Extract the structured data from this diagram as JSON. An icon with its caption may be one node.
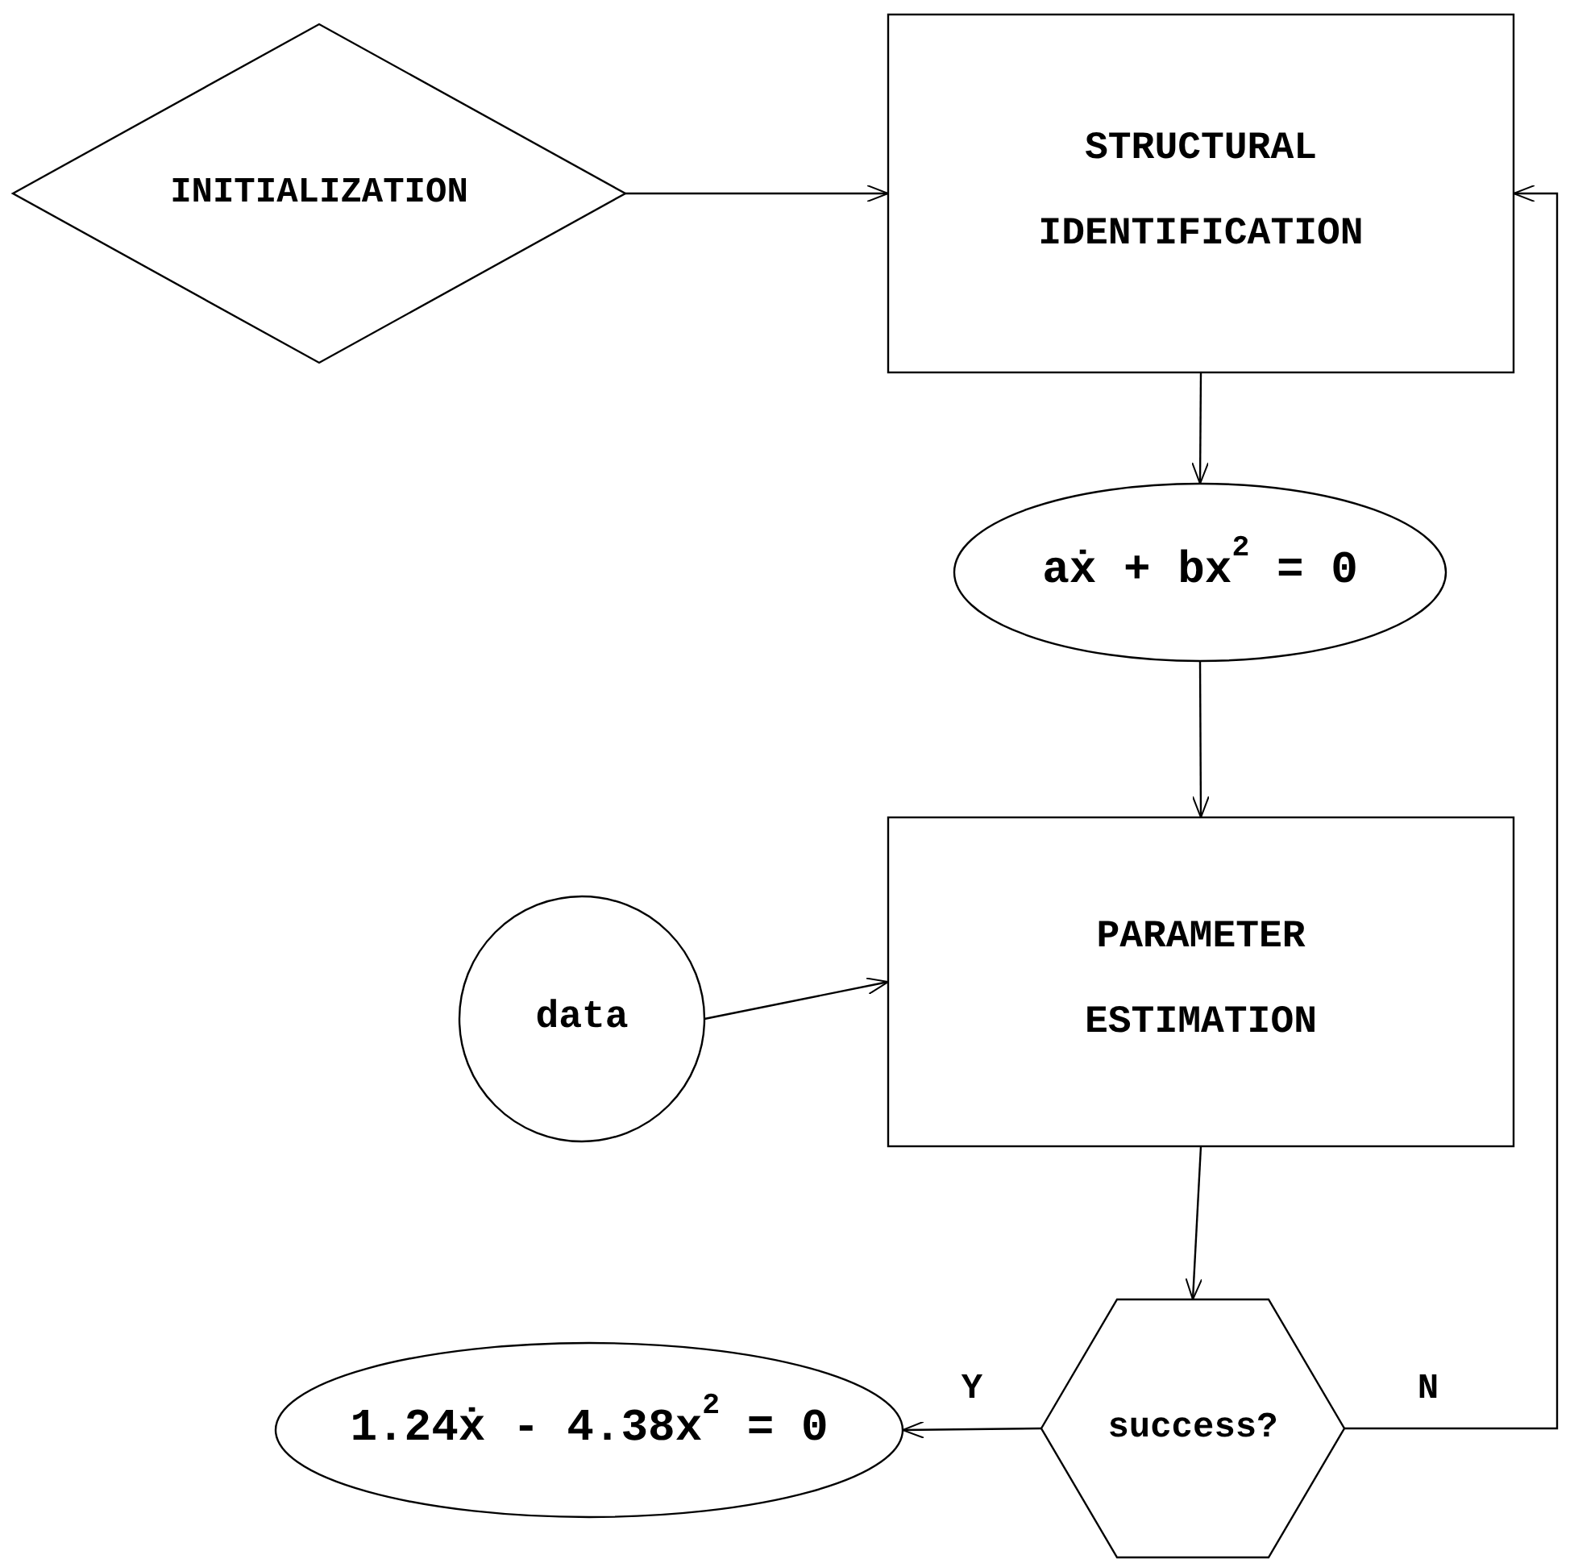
{
  "diagram": {
    "nodes": [
      {
        "text": [
          "INITIALIZATION"
        ]
      },
      {
        "text": [
          "STRUCTURAL IDENTIFICATION"
        ]
      },
      {
        "text": [
          "aẋ + bx$^{2}$ = 0"
        ]
      },
      {
        "text": [
          "data"
        ]
      },
      {
        "text": [
          "PARAMETER ESTIMATION"
        ]
      },
      {
        "text": [
          "success?"
        ]
      },
      {
        "text": [
          "1.24ẋ - 4.38x$^{2}$ = 0"
        ]
      }
    ],
    "edges": [
      {
        "from": 0,
        "to": 1,
        "arrow": "to"
      },
      {
        "from": 1,
        "to": 2,
        "arrow": "to"
      },
      {
        "from": 2,
        "to": 4,
        "arrow": "to"
      },
      {
        "from": 3,
        "to": 4,
        "arrow": "to"
      },
      {
        "from": 4,
        "to": 5,
        "arrow": "to"
      },
      {
        "from": 5,
        "to": 6,
        "arrow": "to",
        "label": "Y"
      },
      {
        "from": 5,
        "to": 1,
        "arrow": "to",
        "label": "N"
      }
    ]
  }
}
